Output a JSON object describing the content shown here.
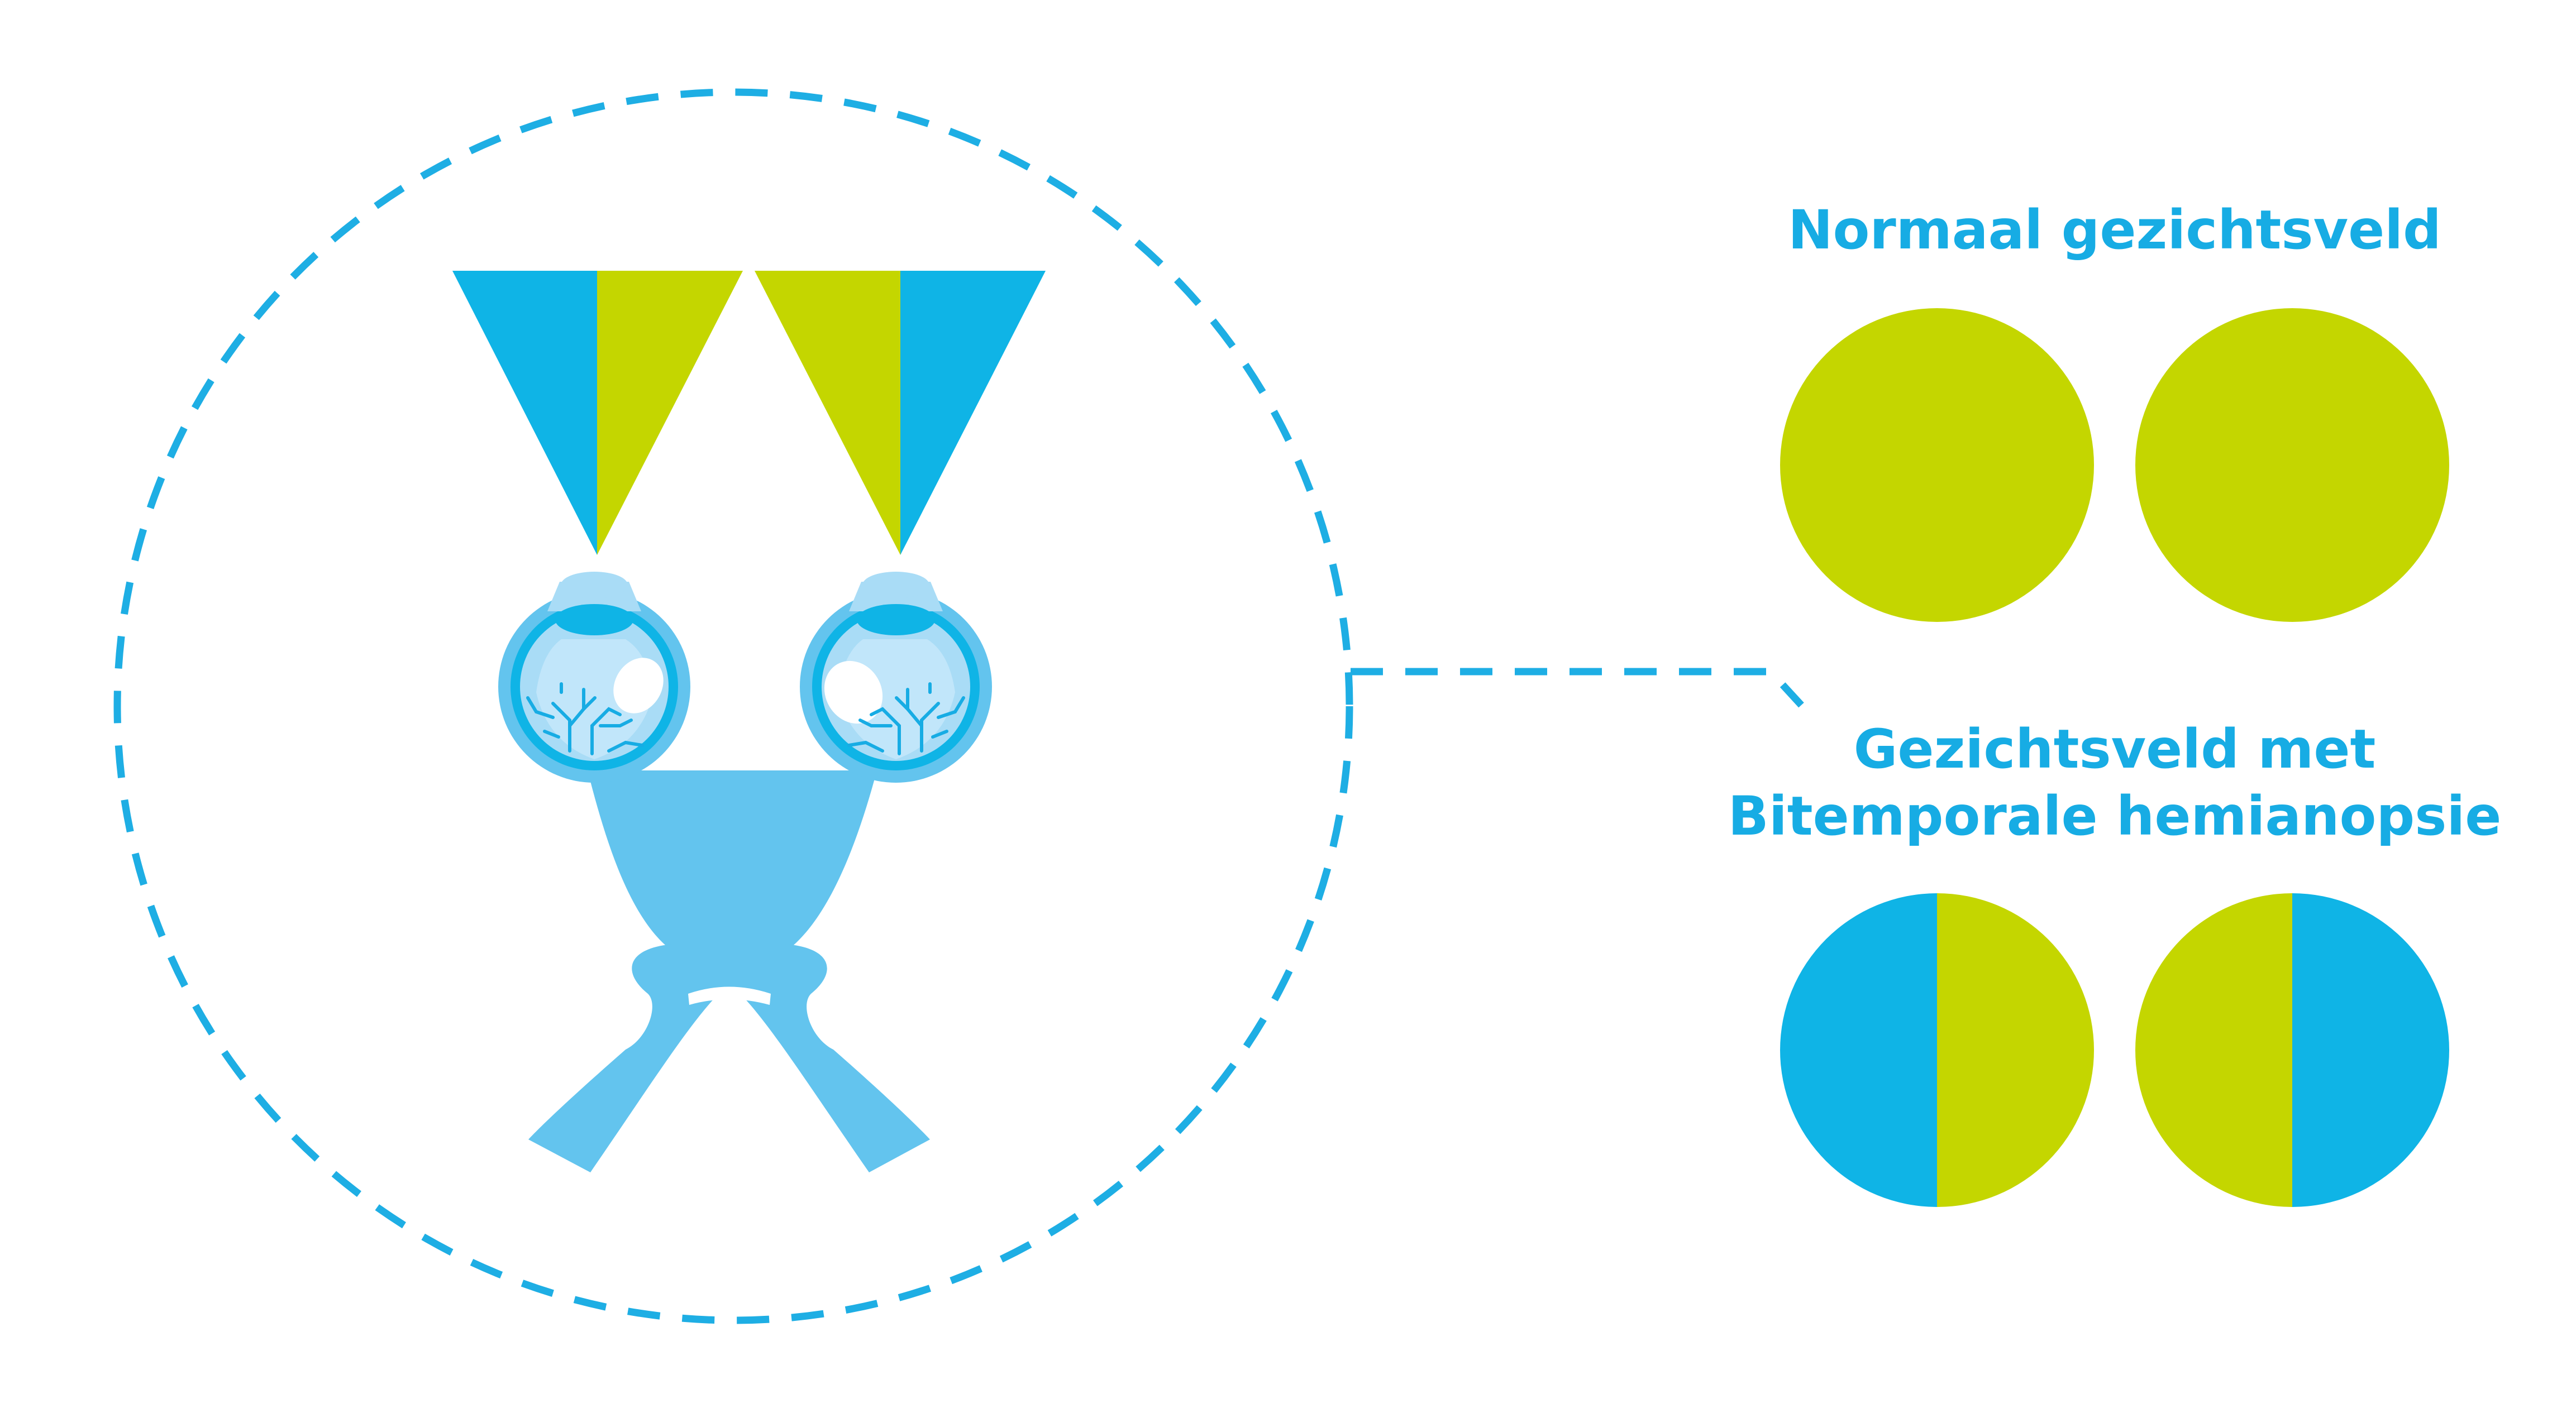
{
  "labels": {
    "normal_title": "Normaal gezichtsveld",
    "bitemporal_title_line1": "Gezichtsveld met",
    "bitemporal_title_line2": "Bitemporale hemianopsie"
  },
  "colors": {
    "blue": "#0fb4e6",
    "green": "#c4d600",
    "light_blue": "#63c4ee",
    "pale_blue": "#a9dcf6",
    "dashed_outline": "#1eaee4",
    "text": "#17ace4"
  },
  "visual_fields": {
    "normal": {
      "left_eye": [
        "green",
        "green"
      ],
      "right_eye": [
        "green",
        "green"
      ]
    },
    "bitemporal_hemianopsia": {
      "left_eye": [
        "blue",
        "green"
      ],
      "right_eye": [
        "green",
        "blue"
      ]
    }
  },
  "icons": [
    "eye-icon",
    "optic-chiasm-icon",
    "visual-cone-icon"
  ]
}
